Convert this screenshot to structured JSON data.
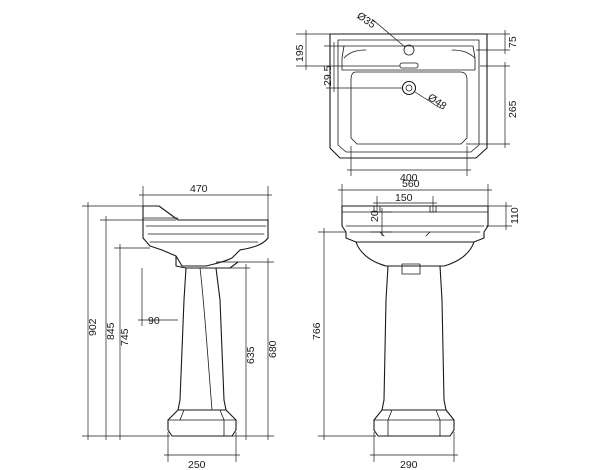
{
  "plan_view": {
    "tap_hole": "Ø35",
    "waste": "Ø48",
    "depth_back": "195",
    "overflow_offset": "29.5",
    "rim_back": "75",
    "depth_front": "265",
    "bowl_width": "400"
  },
  "side_view": {
    "width": "470",
    "total_height": "902",
    "rim_height": "845",
    "underside_height": "745",
    "pedestal_offset": "90",
    "pedestal_top_a": "635",
    "pedestal_top_b": "680",
    "foot_width": "250"
  },
  "front_view": {
    "width": "560",
    "tap_spacing": "150",
    "rim_depth": "20",
    "basin_height": "110",
    "pedestal_height": "766",
    "foot_width": "290"
  }
}
